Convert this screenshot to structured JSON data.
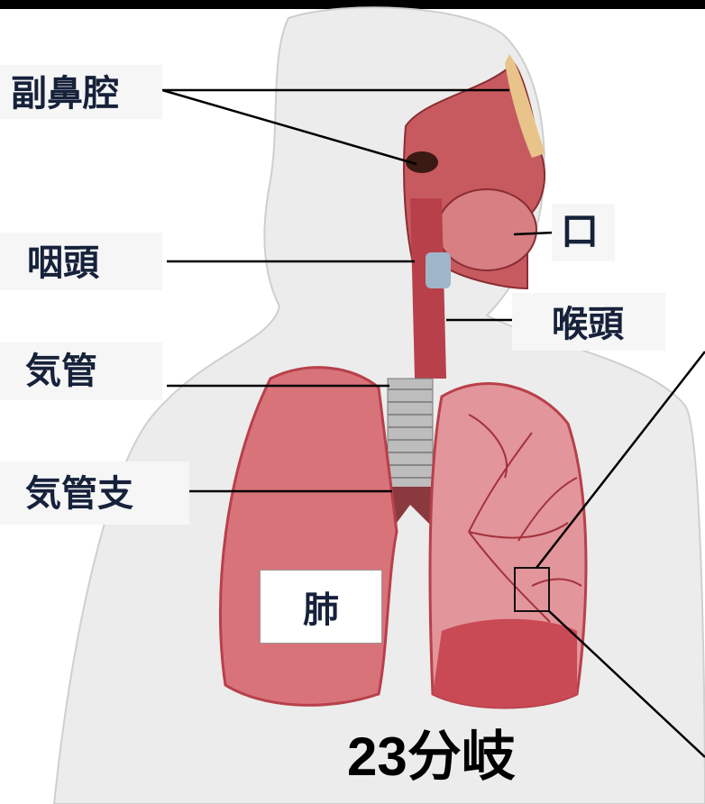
{
  "labels": {
    "sinus": "副鼻腔",
    "pharynx": "咽頭",
    "trachea": "気管",
    "bronchus": "気管支",
    "mouth": "口",
    "larynx": "喉頭",
    "lung": "肺"
  },
  "branching_caption": "23分岐",
  "colors": {
    "lung": "#d9737a",
    "lung_dark": "#b8404a",
    "trachea": "#b9b9b9",
    "skin": "#e8e8e8",
    "label_text": "#16213a"
  }
}
